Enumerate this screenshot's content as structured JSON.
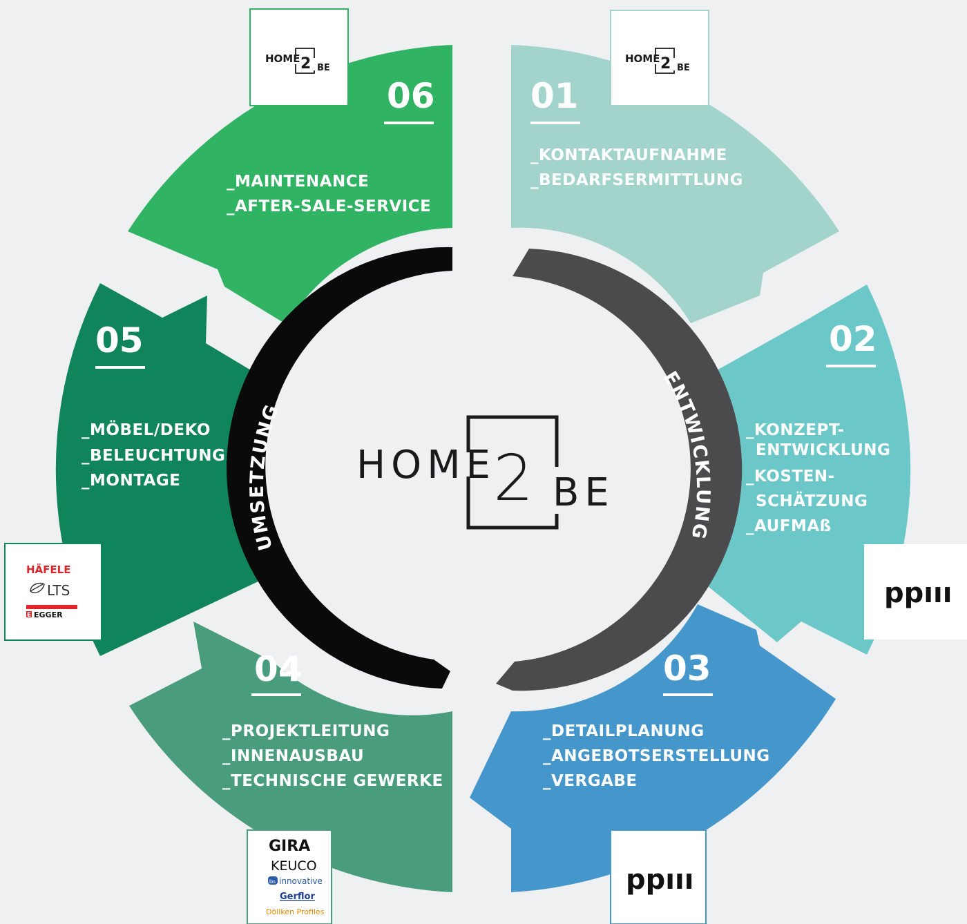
{
  "center_logo": {
    "word1": "HOME",
    "digit": "2",
    "word2": "BE"
  },
  "ring": {
    "left_label": "UMSETZUNG",
    "right_label": "ENTWICKLUNG"
  },
  "colors": {
    "s1": "#a3d4cc",
    "s2": "#6cc8c8",
    "s3": "#4596cb",
    "s4": "#4a9d7c",
    "s5": "#10845a",
    "s6": "#31b364",
    "ring_left": "#0a0a0a",
    "ring_right": "#4b4b4d",
    "background": "#eef0f1"
  },
  "segments": [
    {
      "number": "01",
      "items": [
        "_KONTAKTAUFNAHME",
        "_BEDARFSERMITTLUNG"
      ]
    },
    {
      "number": "02",
      "items": [
        "_KONZEPT-",
        "ENTWICKLUNG",
        "_KOSTEN-",
        "SCHÄTZUNG",
        "_AUFMAß"
      ]
    },
    {
      "number": "03",
      "items": [
        "_DETAILPLANUNG",
        "_ANGEBOTSERSTELLUNG",
        "_VERGABE"
      ]
    },
    {
      "number": "04",
      "items": [
        "_PROJEKTLEITUNG",
        "_INNENAUSBAU",
        "_TECHNISCHE GEWERKE"
      ]
    },
    {
      "number": "05",
      "items": [
        "_MÖBEL/DEKO",
        "_BELEUCHTUNG",
        "_MONTAGE"
      ]
    },
    {
      "number": "06",
      "items": [
        "_MAINTENANCE",
        "_AFTER-SALE-SERVICE"
      ]
    }
  ],
  "logos": {
    "home2be_small": {
      "word1": "HOME",
      "digit": "2",
      "word2": "BE"
    },
    "ppm": "ppııı",
    "haefele_group": {
      "haefele": "HÄFELE",
      "lts": "LTS",
      "egger": "EGGER",
      "egger_mark": "E"
    },
    "gira_group": {
      "gira": "GIRA",
      "keuco": "KEUCO",
      "innovative_mark": "lbs",
      "innovative": "innovative",
      "gerflor": "Gerflor",
      "doellken": "Döllken Profiles"
    }
  }
}
